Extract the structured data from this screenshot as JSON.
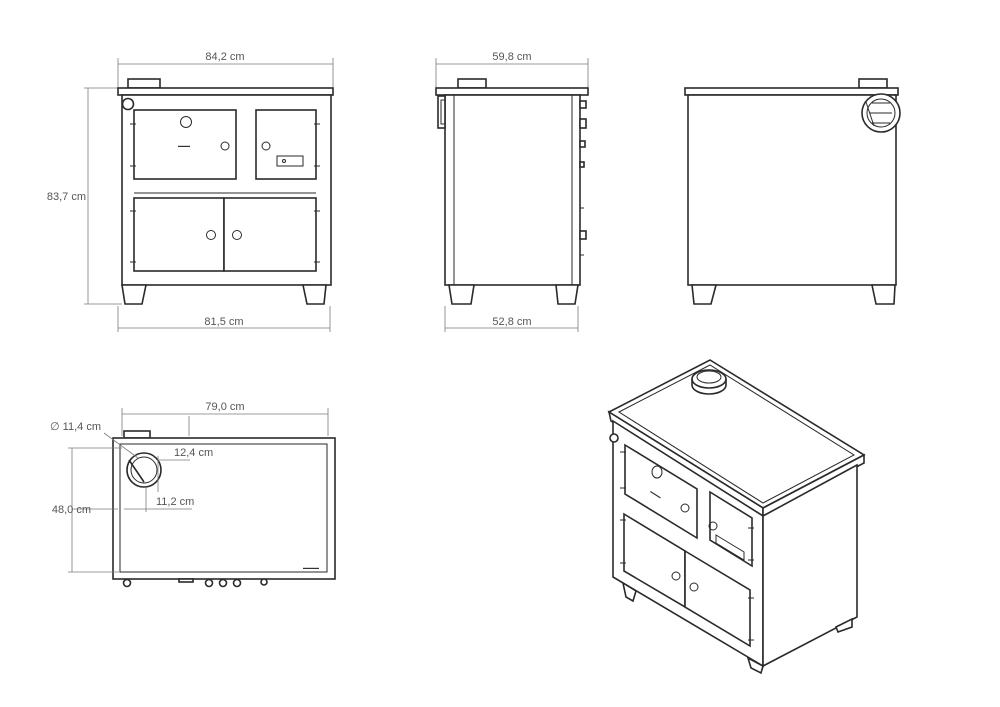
{
  "dimensions": {
    "front_top_width": "84,2 cm",
    "front_height": "83,7 cm",
    "front_bottom_width": "81,5 cm",
    "side_top_depth": "59,8 cm",
    "side_bottom_depth": "52,8 cm",
    "top_width": "79,0 cm",
    "flue_diameter": "∅ 11,4 cm",
    "flue_offset_x": "12,4 cm",
    "flue_offset_y": "11,2 cm",
    "top_depth": "48,0 cm"
  },
  "colors": {
    "line": "#2a2a2a",
    "dimension": "#7a7a7a",
    "background": "#ffffff"
  }
}
